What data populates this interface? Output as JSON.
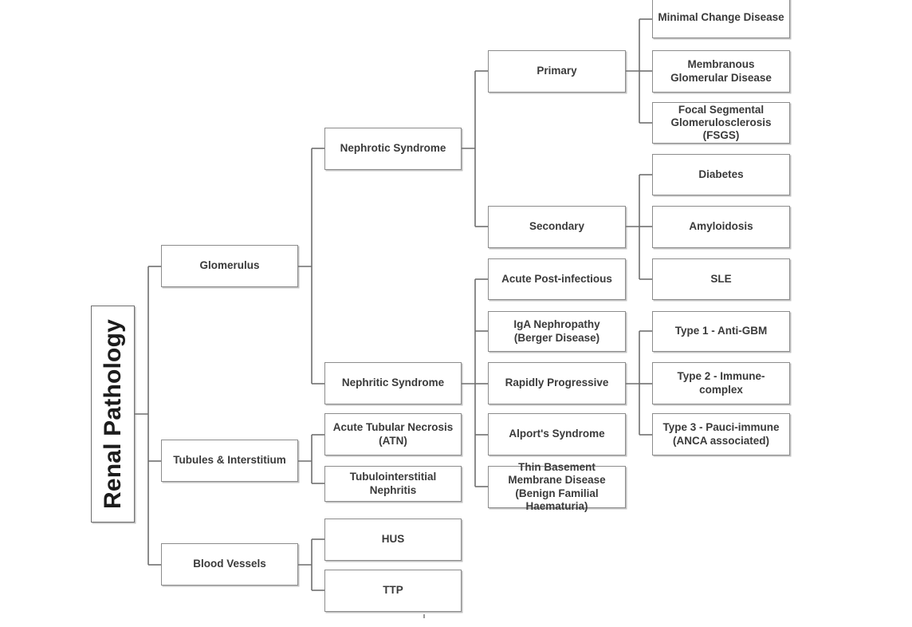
{
  "diagram": {
    "title": "Renal Pathology",
    "type": "hierarchy-tree",
    "root": {
      "label": "Renal Pathology",
      "orientation": "vertical-text"
    },
    "nodes": {
      "glomerulus": "Glomerulus",
      "tubules": "Tubules & Interstitium",
      "blood_vessels": "Blood Vessels",
      "nephrotic": "Nephrotic Syndrome",
      "nephritic": "Nephritic Syndrome",
      "atn": "Acute Tubular Necrosis (ATN)",
      "tin": "Tubulointerstitial Nephritis",
      "hus": "HUS",
      "ttp": "TTP",
      "primary": "Primary",
      "secondary": "Secondary",
      "acute_post_infectious": "Acute Post-infectious",
      "iga": "IgA Nephropathy (Berger Disease)",
      "rpgn": "Rapidly Progressive",
      "alport": "Alport's Syndrome",
      "tbmd": "Thin Basement Membrane Disease (Benign Familial Haematuria)",
      "mcd": "Minimal Change Disease",
      "mgd": "Membranous Glomerular Disease",
      "fsgs": "Focal Segmental Glomerulosclerosis (FSGS)",
      "diabetes": "Diabetes",
      "amyloidosis": "Amyloidosis",
      "sle": "SLE",
      "type1": "Type 1 - Anti-GBM",
      "type2": "Type 2 - Immune-complex",
      "type3": "Type 3 - Pauci-immune (ANCA associated)"
    },
    "colors": {
      "background": "#ffffff",
      "box_border": "#8c8c8c",
      "connector": "#6f6f6f",
      "text": "#3a3a3a",
      "root_text": "#1c1c1c"
    }
  }
}
